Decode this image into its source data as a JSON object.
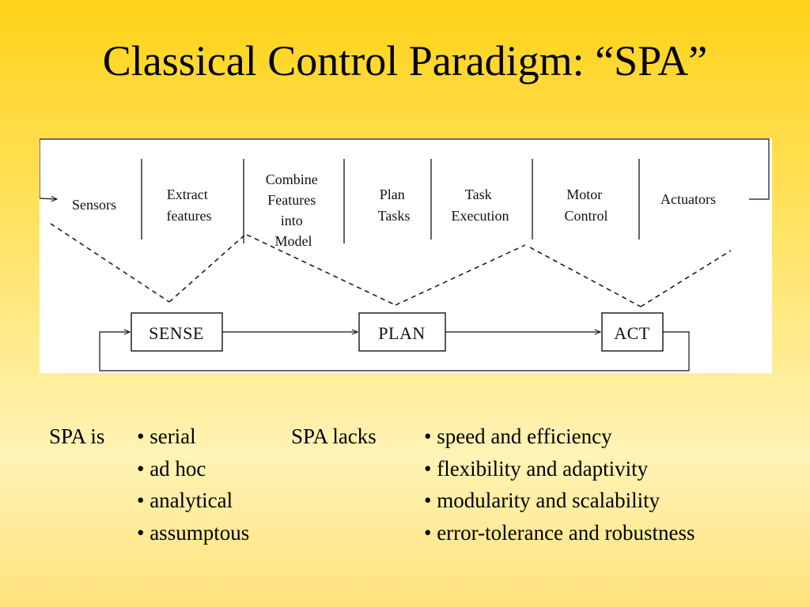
{
  "slide": {
    "title": "Classical Control Paradigm: “SPA”"
  },
  "diagram": {
    "stages": [
      {
        "lines": [
          "Sensors"
        ]
      },
      {
        "lines": [
          "Extract",
          "features"
        ]
      },
      {
        "lines": [
          "Combine",
          "Features",
          "into",
          "Model"
        ]
      },
      {
        "lines": [
          "Plan",
          "Tasks"
        ]
      },
      {
        "lines": [
          "Task",
          "Execution"
        ]
      },
      {
        "lines": [
          "Motor",
          "Control"
        ]
      },
      {
        "lines": [
          "Actuators"
        ]
      }
    ],
    "boxes": {
      "sense": "SENSE",
      "plan": "PLAN",
      "act": "ACT"
    },
    "line_color": "#111111"
  },
  "bullets": {
    "left_label": "SPA is",
    "left_items": [
      "• serial",
      "• ad hoc",
      "• analytical",
      "• assumptous"
    ],
    "right_label": "SPA lacks",
    "right_items": [
      "• speed and efficiency",
      "• flexibility and adaptivity",
      "• modularity and scalability",
      "• error-tolerance and robustness"
    ]
  }
}
